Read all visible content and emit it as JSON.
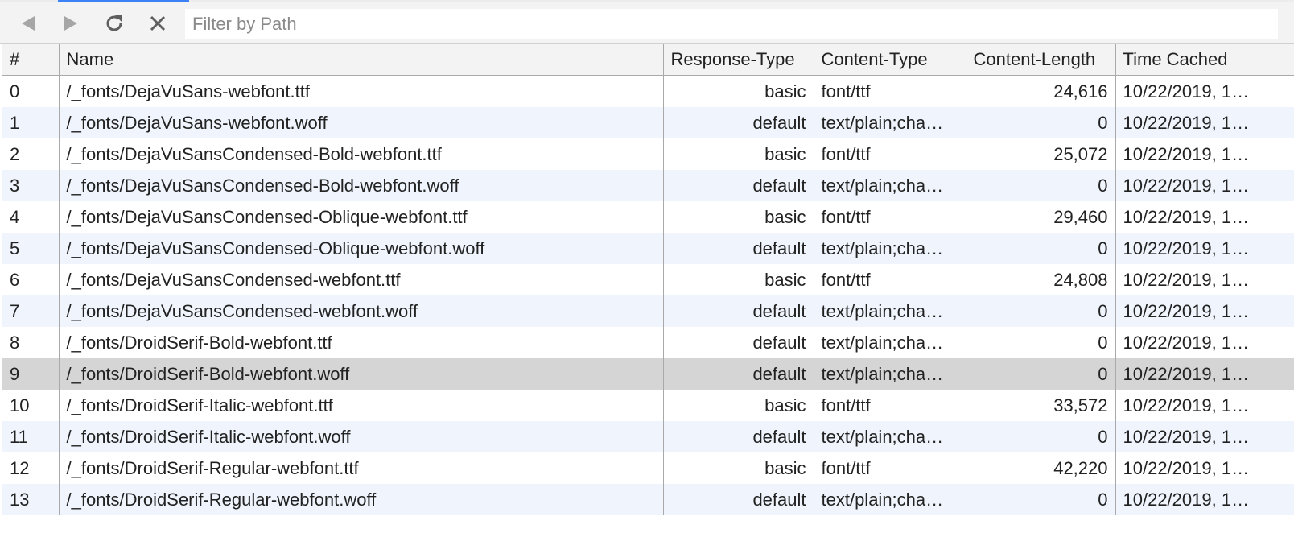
{
  "toolbar": {
    "back_icon": "back-triangle-icon",
    "forward_icon": "forward-triangle-icon",
    "refresh_icon": "refresh-icon",
    "clear_icon": "clear-x-icon",
    "filter_placeholder": "Filter by Path",
    "filter_value": ""
  },
  "table": {
    "columns": [
      "#",
      "Name",
      "Response-Type",
      "Content-Type",
      "Content-Length",
      "Time Cached"
    ],
    "selected_row": 9,
    "rows": [
      {
        "index": "0",
        "name": "/_fonts/DejaVuSans-webfont.ttf",
        "response_type": "basic",
        "content_type": "font/ttf",
        "content_length": "24,616",
        "time_cached": "10/22/2019, 1…"
      },
      {
        "index": "1",
        "name": "/_fonts/DejaVuSans-webfont.woff",
        "response_type": "default",
        "content_type": "text/plain;cha…",
        "content_length": "0",
        "time_cached": "10/22/2019, 1…"
      },
      {
        "index": "2",
        "name": "/_fonts/DejaVuSansCondensed-Bold-webfont.ttf",
        "response_type": "basic",
        "content_type": "font/ttf",
        "content_length": "25,072",
        "time_cached": "10/22/2019, 1…"
      },
      {
        "index": "3",
        "name": "/_fonts/DejaVuSansCondensed-Bold-webfont.woff",
        "response_type": "default",
        "content_type": "text/plain;cha…",
        "content_length": "0",
        "time_cached": "10/22/2019, 1…"
      },
      {
        "index": "4",
        "name": "/_fonts/DejaVuSansCondensed-Oblique-webfont.ttf",
        "response_type": "basic",
        "content_type": "font/ttf",
        "content_length": "29,460",
        "time_cached": "10/22/2019, 1…"
      },
      {
        "index": "5",
        "name": "/_fonts/DejaVuSansCondensed-Oblique-webfont.woff",
        "response_type": "default",
        "content_type": "text/plain;cha…",
        "content_length": "0",
        "time_cached": "10/22/2019, 1…"
      },
      {
        "index": "6",
        "name": "/_fonts/DejaVuSansCondensed-webfont.ttf",
        "response_type": "basic",
        "content_type": "font/ttf",
        "content_length": "24,808",
        "time_cached": "10/22/2019, 1…"
      },
      {
        "index": "7",
        "name": "/_fonts/DejaVuSansCondensed-webfont.woff",
        "response_type": "default",
        "content_type": "text/plain;cha…",
        "content_length": "0",
        "time_cached": "10/22/2019, 1…"
      },
      {
        "index": "8",
        "name": "/_fonts/DroidSerif-Bold-webfont.ttf",
        "response_type": "default",
        "content_type": "text/plain;cha…",
        "content_length": "0",
        "time_cached": "10/22/2019, 1…"
      },
      {
        "index": "9",
        "name": "/_fonts/DroidSerif-Bold-webfont.woff",
        "response_type": "default",
        "content_type": "text/plain;cha…",
        "content_length": "0",
        "time_cached": "10/22/2019, 1…"
      },
      {
        "index": "10",
        "name": "/_fonts/DroidSerif-Italic-webfont.ttf",
        "response_type": "basic",
        "content_type": "font/ttf",
        "content_length": "33,572",
        "time_cached": "10/22/2019, 1…"
      },
      {
        "index": "11",
        "name": "/_fonts/DroidSerif-Italic-webfont.woff",
        "response_type": "default",
        "content_type": "text/plain;cha…",
        "content_length": "0",
        "time_cached": "10/22/2019, 1…"
      },
      {
        "index": "12",
        "name": "/_fonts/DroidSerif-Regular-webfont.ttf",
        "response_type": "basic",
        "content_type": "font/ttf",
        "content_length": "42,220",
        "time_cached": "10/22/2019, 1…"
      },
      {
        "index": "13",
        "name": "/_fonts/DroidSerif-Regular-webfont.woff",
        "response_type": "default",
        "content_type": "text/plain;cha…",
        "content_length": "0",
        "time_cached": "10/22/2019, 1…"
      }
    ]
  }
}
